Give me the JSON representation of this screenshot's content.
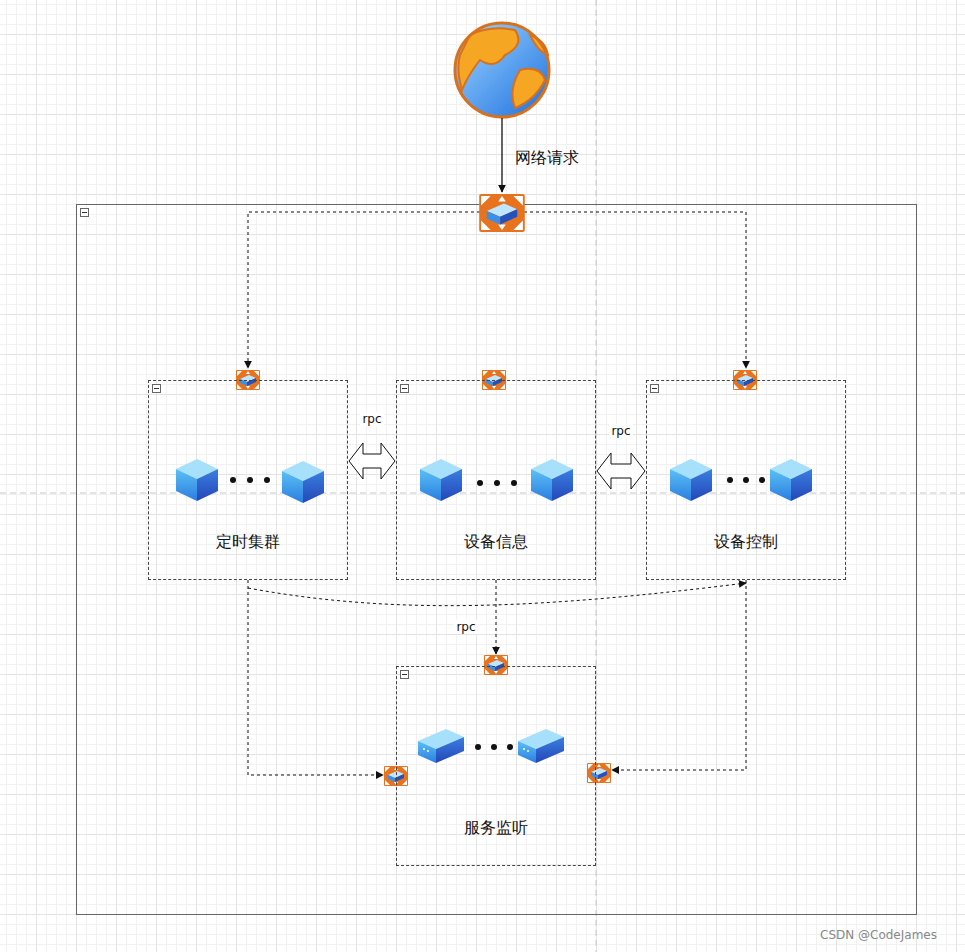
{
  "diagram": {
    "nodes": [
      {
        "text": [
          "定时集群"
        ]
      },
      {
        "text": [
          "设备信息"
        ]
      },
      {
        "text": [
          "设备控制"
        ]
      },
      {
        "text": [
          "服务监听"
        ]
      }
    ],
    "edges": [
      {
        "from": 0,
        "to": 1,
        "label": "rpc",
        "arrow": "both"
      },
      {
        "from": 1,
        "to": 2,
        "label": "rpc",
        "arrow": "both"
      },
      {
        "from": 0,
        "to": 2,
        "arrow": "to"
      },
      {
        "from": 1,
        "to": 3,
        "label": "rpc",
        "arrow": "to"
      },
      {
        "from": 0,
        "to": 3,
        "arrow": "to"
      },
      {
        "from": 2,
        "to": 3,
        "arrow": "to"
      }
    ],
    "labels": [
      "网络请求",
      "CSDN @CodeJames"
    ]
  }
}
